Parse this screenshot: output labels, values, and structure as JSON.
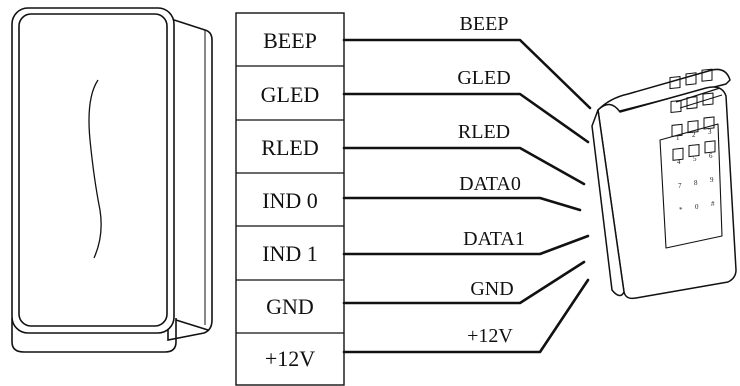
{
  "diagram": {
    "terminal_block": {
      "terminals": [
        "BEEP",
        "GLED",
        "RLED",
        "IND 0",
        "IND 1",
        "GND",
        "+12V"
      ]
    },
    "wires": [
      "BEEP",
      "GLED",
      "RLED",
      "DATA0",
      "DATA1",
      "GND",
      "+12V"
    ],
    "keypad": {
      "keys": [
        "1",
        "2",
        "3",
        "4",
        "5",
        "6",
        "7",
        "8",
        "9",
        "*",
        "0",
        "#"
      ]
    },
    "colors": {
      "line": "#111111",
      "device_fill": "#ffffff",
      "background": "#ffffff"
    }
  }
}
